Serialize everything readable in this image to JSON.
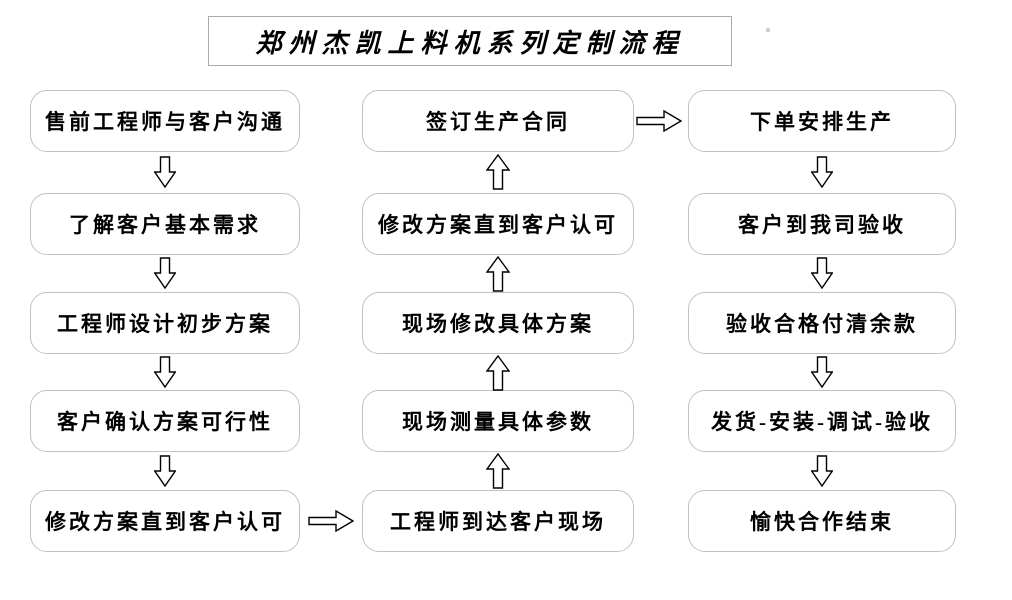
{
  "title": {
    "text": "郑州杰凯上料机系列定制流程"
  },
  "steps": {
    "left": [
      "售前工程师与客户沟通",
      "了解客户基本需求",
      "工程师设计初步方案",
      "客户确认方案可行性",
      "修改方案直到客户认可"
    ],
    "middle": [
      "签订生产合同",
      "修改方案直到客户认可",
      "现场修改具体方案",
      "现场测量具体参数",
      "工程师到达客户现场"
    ],
    "right": [
      "下单安排生产",
      "客户到我司验收",
      "验收合格付清余款",
      "发货-安装-调试-验收",
      "愉快合作结束"
    ]
  },
  "flow": {
    "left_column_direction": "top-to-bottom",
    "middle_column_direction": "bottom-to-top",
    "right_column_direction": "top-to-bottom",
    "horizontal_links": [
      "修改方案直到客户认可 -> 工程师到达客户现场",
      "签订生产合同 -> 下单安排生产"
    ]
  },
  "icons": {
    "down_arrow": "hollow-block-arrow-down",
    "up_arrow": "hollow-block-arrow-up",
    "right_arrow": "hollow-block-arrow-right"
  },
  "colors": {
    "background": "#ffffff",
    "box_border": "#c2c2c2",
    "title_border": "#ababab",
    "arrow_outline": "#000000",
    "text": "#000000"
  }
}
